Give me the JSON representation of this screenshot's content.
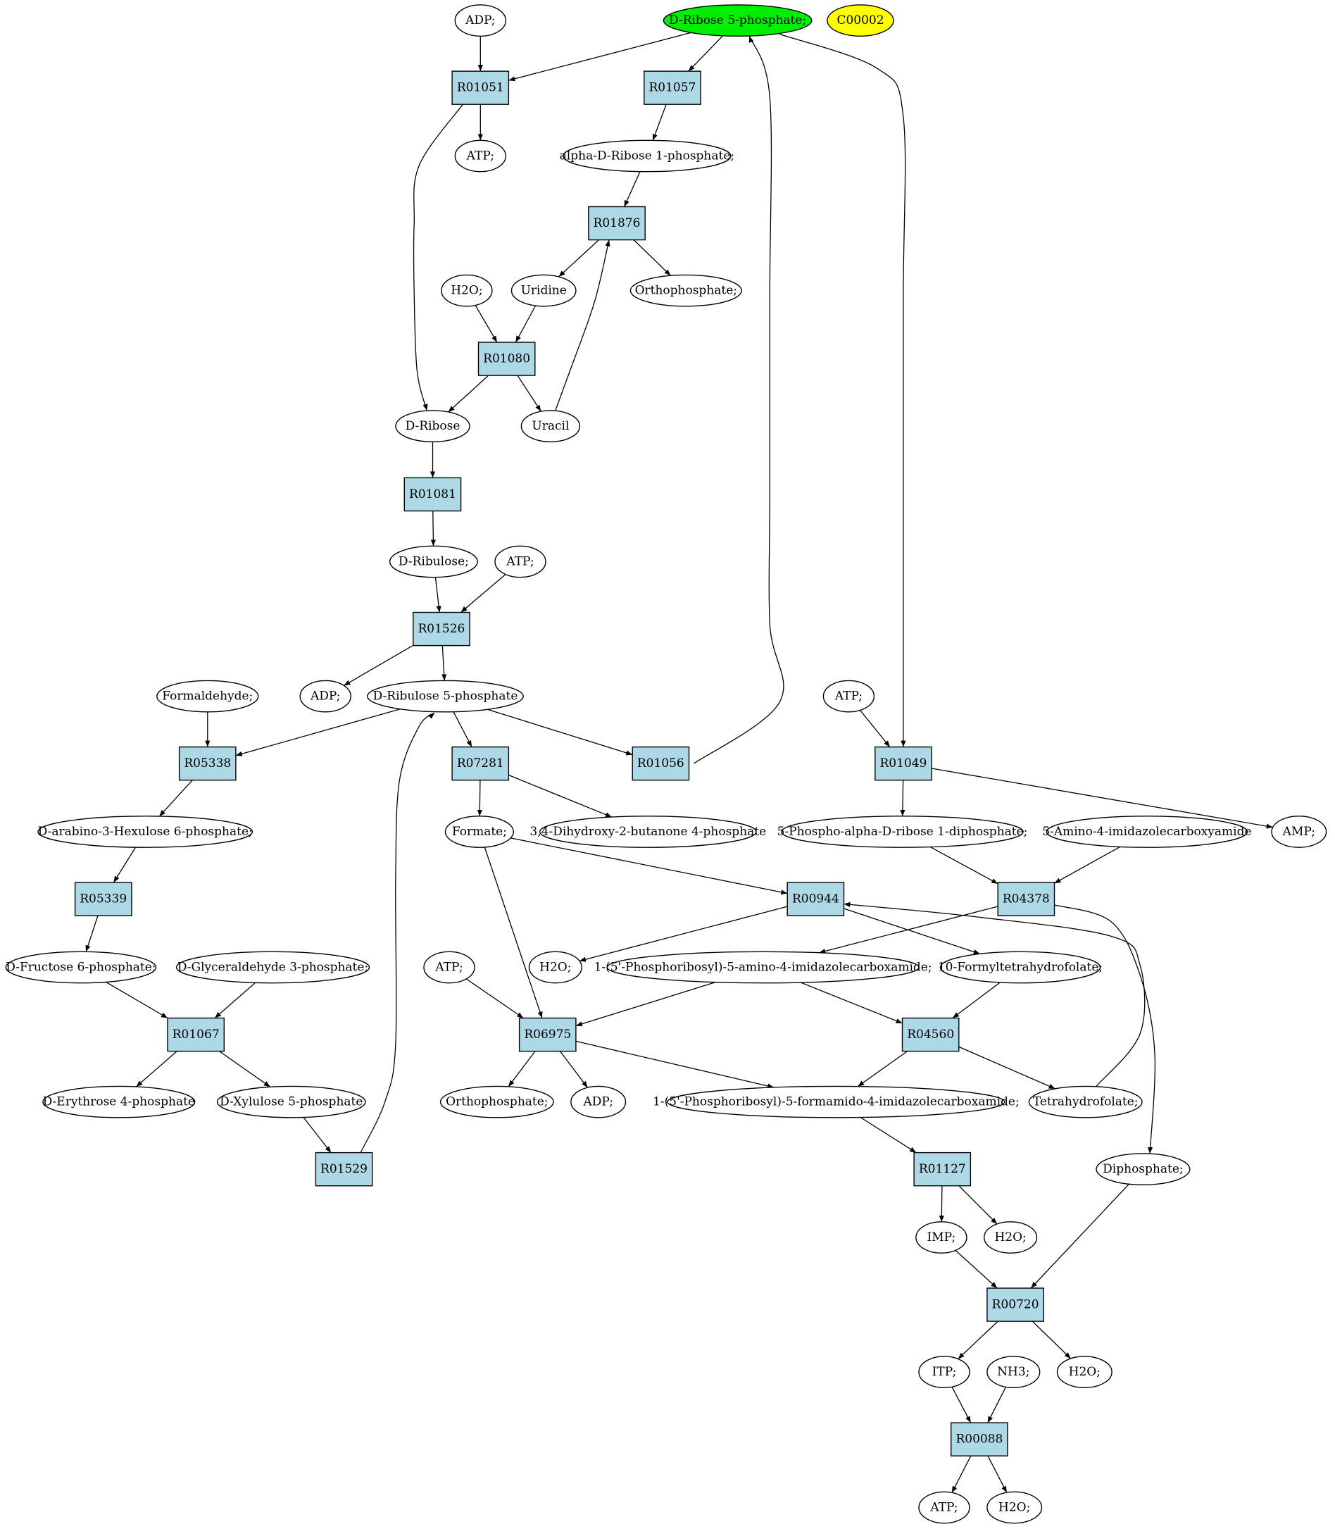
{
  "colors": {
    "reaction_fill": "#add8e6",
    "compound_fill": "#ffffff",
    "highlight_main": "#00ee00",
    "highlight_secondary": "#ffff00",
    "stroke": "#000000",
    "background": "#ffffff"
  },
  "nodes": [
    {
      "id": "n_adp_top",
      "type": "compound",
      "label": "ADP;"
    },
    {
      "id": "n_r5p",
      "type": "compound",
      "label": "D-Ribose 5-phosphate;",
      "highlight": "main"
    },
    {
      "id": "n_c00002",
      "type": "compound",
      "label": "C00002",
      "highlight": "secondary"
    },
    {
      "id": "R01051",
      "type": "reaction",
      "label": "R01051"
    },
    {
      "id": "R01057",
      "type": "reaction",
      "label": "R01057"
    },
    {
      "id": "n_atp_1",
      "type": "compound",
      "label": "ATP;"
    },
    {
      "id": "n_adr1p",
      "type": "compound",
      "label": "alpha-D-Ribose 1-phosphate;"
    },
    {
      "id": "R01876",
      "type": "reaction",
      "label": "R01876"
    },
    {
      "id": "n_h2o_1",
      "type": "compound",
      "label": "H2O;"
    },
    {
      "id": "n_uridine",
      "type": "compound",
      "label": "Uridine"
    },
    {
      "id": "n_ortho_1",
      "type": "compound",
      "label": "Orthophosphate;"
    },
    {
      "id": "R01080",
      "type": "reaction",
      "label": "R01080"
    },
    {
      "id": "n_dribose",
      "type": "compound",
      "label": "D-Ribose"
    },
    {
      "id": "n_uracil",
      "type": "compound",
      "label": "Uracil"
    },
    {
      "id": "R01081",
      "type": "reaction",
      "label": "R01081"
    },
    {
      "id": "n_dribulose",
      "type": "compound",
      "label": "D-Ribulose;"
    },
    {
      "id": "n_atp_2",
      "type": "compound",
      "label": "ATP;"
    },
    {
      "id": "R01526",
      "type": "reaction",
      "label": "R01526"
    },
    {
      "id": "n_formaldehyde",
      "type": "compound",
      "label": "Formaldehyde;"
    },
    {
      "id": "n_adp_2",
      "type": "compound",
      "label": "ADP;"
    },
    {
      "id": "n_dru5p",
      "type": "compound",
      "label": "D-Ribulose 5-phosphate"
    },
    {
      "id": "n_atp_3",
      "type": "compound",
      "label": "ATP;"
    },
    {
      "id": "R05338",
      "type": "reaction",
      "label": "R05338"
    },
    {
      "id": "R07281",
      "type": "reaction",
      "label": "R07281"
    },
    {
      "id": "R01056",
      "type": "reaction",
      "label": "R01056"
    },
    {
      "id": "R01049",
      "type": "reaction",
      "label": "R01049"
    },
    {
      "id": "n_dah6p",
      "type": "compound",
      "label": "D-arabino-3-Hexulose 6-phosphate;"
    },
    {
      "id": "n_formate",
      "type": "compound",
      "label": "Formate;"
    },
    {
      "id": "n_dhbp",
      "type": "compound",
      "label": "3,4-Dihydroxy-2-butanone 4-phosphate"
    },
    {
      "id": "n_prpp",
      "type": "compound",
      "label": "5-Phospho-alpha-D-ribose 1-diphosphate;"
    },
    {
      "id": "n_aica",
      "type": "compound",
      "label": "5-Amino-4-imidazolecarboxyamide"
    },
    {
      "id": "n_amp",
      "type": "compound",
      "label": "AMP;"
    },
    {
      "id": "R05339",
      "type": "reaction",
      "label": "R05339"
    },
    {
      "id": "R00944",
      "type": "reaction",
      "label": "R00944"
    },
    {
      "id": "R04378",
      "type": "reaction",
      "label": "R04378"
    },
    {
      "id": "n_f6p",
      "type": "compound",
      "label": "D-Fructose 6-phosphate;"
    },
    {
      "id": "n_g3p",
      "type": "compound",
      "label": "D-Glyceraldehyde 3-phosphate;"
    },
    {
      "id": "n_atp_4",
      "type": "compound",
      "label": "ATP;"
    },
    {
      "id": "n_h2o_2",
      "type": "compound",
      "label": "H2O;"
    },
    {
      "id": "n_aicar",
      "type": "compound",
      "label": "1-(5'-Phosphoribosyl)-5-amino-4-imidazolecarboxamide;"
    },
    {
      "id": "n_10fthf",
      "type": "compound",
      "label": "10-Formyltetrahydrofolate;"
    },
    {
      "id": "R01067",
      "type": "reaction",
      "label": "R01067"
    },
    {
      "id": "R06975",
      "type": "reaction",
      "label": "R06975"
    },
    {
      "id": "R04560",
      "type": "reaction",
      "label": "R04560"
    },
    {
      "id": "n_e4p",
      "type": "compound",
      "label": "D-Erythrose 4-phosphate"
    },
    {
      "id": "n_xu5p",
      "type": "compound",
      "label": "D-Xylulose 5-phosphate"
    },
    {
      "id": "n_ortho_2",
      "type": "compound",
      "label": "Orthophosphate;"
    },
    {
      "id": "n_adp_3",
      "type": "compound",
      "label": "ADP;"
    },
    {
      "id": "n_faicar",
      "type": "compound",
      "label": "1-(5'-Phosphoribosyl)-5-formamido-4-imidazolecarboxamide;"
    },
    {
      "id": "n_thf",
      "type": "compound",
      "label": "Tetrahydrofolate;"
    },
    {
      "id": "R01529",
      "type": "reaction",
      "label": "R01529"
    },
    {
      "id": "R01127",
      "type": "reaction",
      "label": "R01127"
    },
    {
      "id": "n_diphosphate",
      "type": "compound",
      "label": "Diphosphate;"
    },
    {
      "id": "n_imp",
      "type": "compound",
      "label": "IMP;"
    },
    {
      "id": "n_h2o_3",
      "type": "compound",
      "label": "H2O;"
    },
    {
      "id": "R00720",
      "type": "reaction",
      "label": "R00720"
    },
    {
      "id": "n_itp",
      "type": "compound",
      "label": "ITP;"
    },
    {
      "id": "n_nh3",
      "type": "compound",
      "label": "NH3;"
    },
    {
      "id": "n_h2o_4",
      "type": "compound",
      "label": "H2O;"
    },
    {
      "id": "R00088",
      "type": "reaction",
      "label": "R00088"
    },
    {
      "id": "n_atp_5",
      "type": "compound",
      "label": "ATP;"
    },
    {
      "id": "n_h2o_5",
      "type": "compound",
      "label": "H2O;"
    }
  ],
  "edges": [
    [
      "n_adp_top",
      "R01051"
    ],
    [
      "n_r5p",
      "R01051"
    ],
    [
      "n_r5p",
      "R01057"
    ],
    [
      "n_r5p",
      "R01049"
    ],
    [
      "R01051",
      "n_atp_1"
    ],
    [
      "R01051",
      "n_dribose"
    ],
    [
      "R01057",
      "n_adr1p"
    ],
    [
      "n_adr1p",
      "R01876"
    ],
    [
      "R01876",
      "n_uridine"
    ],
    [
      "R01876",
      "n_ortho_1"
    ],
    [
      "n_h2o_1",
      "R01080"
    ],
    [
      "n_uridine",
      "R01080"
    ],
    [
      "R01080",
      "n_dribose"
    ],
    [
      "R01080",
      "n_uracil"
    ],
    [
      "n_uracil",
      "R01876"
    ],
    [
      "n_dribose",
      "R01081"
    ],
    [
      "R01081",
      "n_dribulose"
    ],
    [
      "n_dribulose",
      "R01526"
    ],
    [
      "n_atp_2",
      "R01526"
    ],
    [
      "R01526",
      "n_adp_2"
    ],
    [
      "R01526",
      "n_dru5p"
    ],
    [
      "n_dru5p",
      "R05338"
    ],
    [
      "n_dru5p",
      "R07281"
    ],
    [
      "n_dru5p",
      "R01056"
    ],
    [
      "R01056",
      "n_r5p"
    ],
    [
      "n_formaldehyde",
      "R05338"
    ],
    [
      "R05338",
      "n_dah6p"
    ],
    [
      "n_dah6p",
      "R05339"
    ],
    [
      "R05339",
      "n_f6p"
    ],
    [
      "n_f6p",
      "R01067"
    ],
    [
      "n_g3p",
      "R01067"
    ],
    [
      "R01067",
      "n_e4p"
    ],
    [
      "R01067",
      "n_xu5p"
    ],
    [
      "n_xu5p",
      "R01529"
    ],
    [
      "R01529",
      "n_dru5p"
    ],
    [
      "R07281",
      "n_formate"
    ],
    [
      "R07281",
      "n_dhbp"
    ],
    [
      "n_atp_3",
      "R01049"
    ],
    [
      "R01049",
      "n_prpp"
    ],
    [
      "R01049",
      "n_amp"
    ],
    [
      "n_prpp",
      "R04378"
    ],
    [
      "n_aica",
      "R04378"
    ],
    [
      "R04378",
      "n_aicar"
    ],
    [
      "R04378",
      "n_diphosphate"
    ],
    [
      "n_formate",
      "R00944"
    ],
    [
      "R00944",
      "n_h2o_2"
    ],
    [
      "R00944",
      "n_10fthf"
    ],
    [
      "n_thf",
      "R00944"
    ],
    [
      "n_formate",
      "R06975"
    ],
    [
      "n_atp_4",
      "R06975"
    ],
    [
      "n_aicar",
      "R06975"
    ],
    [
      "R06975",
      "n_ortho_2"
    ],
    [
      "R06975",
      "n_adp_3"
    ],
    [
      "R06975",
      "n_faicar"
    ],
    [
      "n_aicar",
      "R04560"
    ],
    [
      "n_10fthf",
      "R04560"
    ],
    [
      "R04560",
      "n_faicar"
    ],
    [
      "R04560",
      "n_thf"
    ],
    [
      "n_faicar",
      "R01127"
    ],
    [
      "R01127",
      "n_imp"
    ],
    [
      "R01127",
      "n_h2o_3"
    ],
    [
      "n_imp",
      "R00720"
    ],
    [
      "n_diphosphate",
      "R00720"
    ],
    [
      "R00720",
      "n_itp"
    ],
    [
      "R00720",
      "n_h2o_4"
    ],
    [
      "n_itp",
      "R00088"
    ],
    [
      "n_nh3",
      "R00088"
    ],
    [
      "R00088",
      "n_atp_5"
    ],
    [
      "R00088",
      "n_h2o_5"
    ]
  ]
}
